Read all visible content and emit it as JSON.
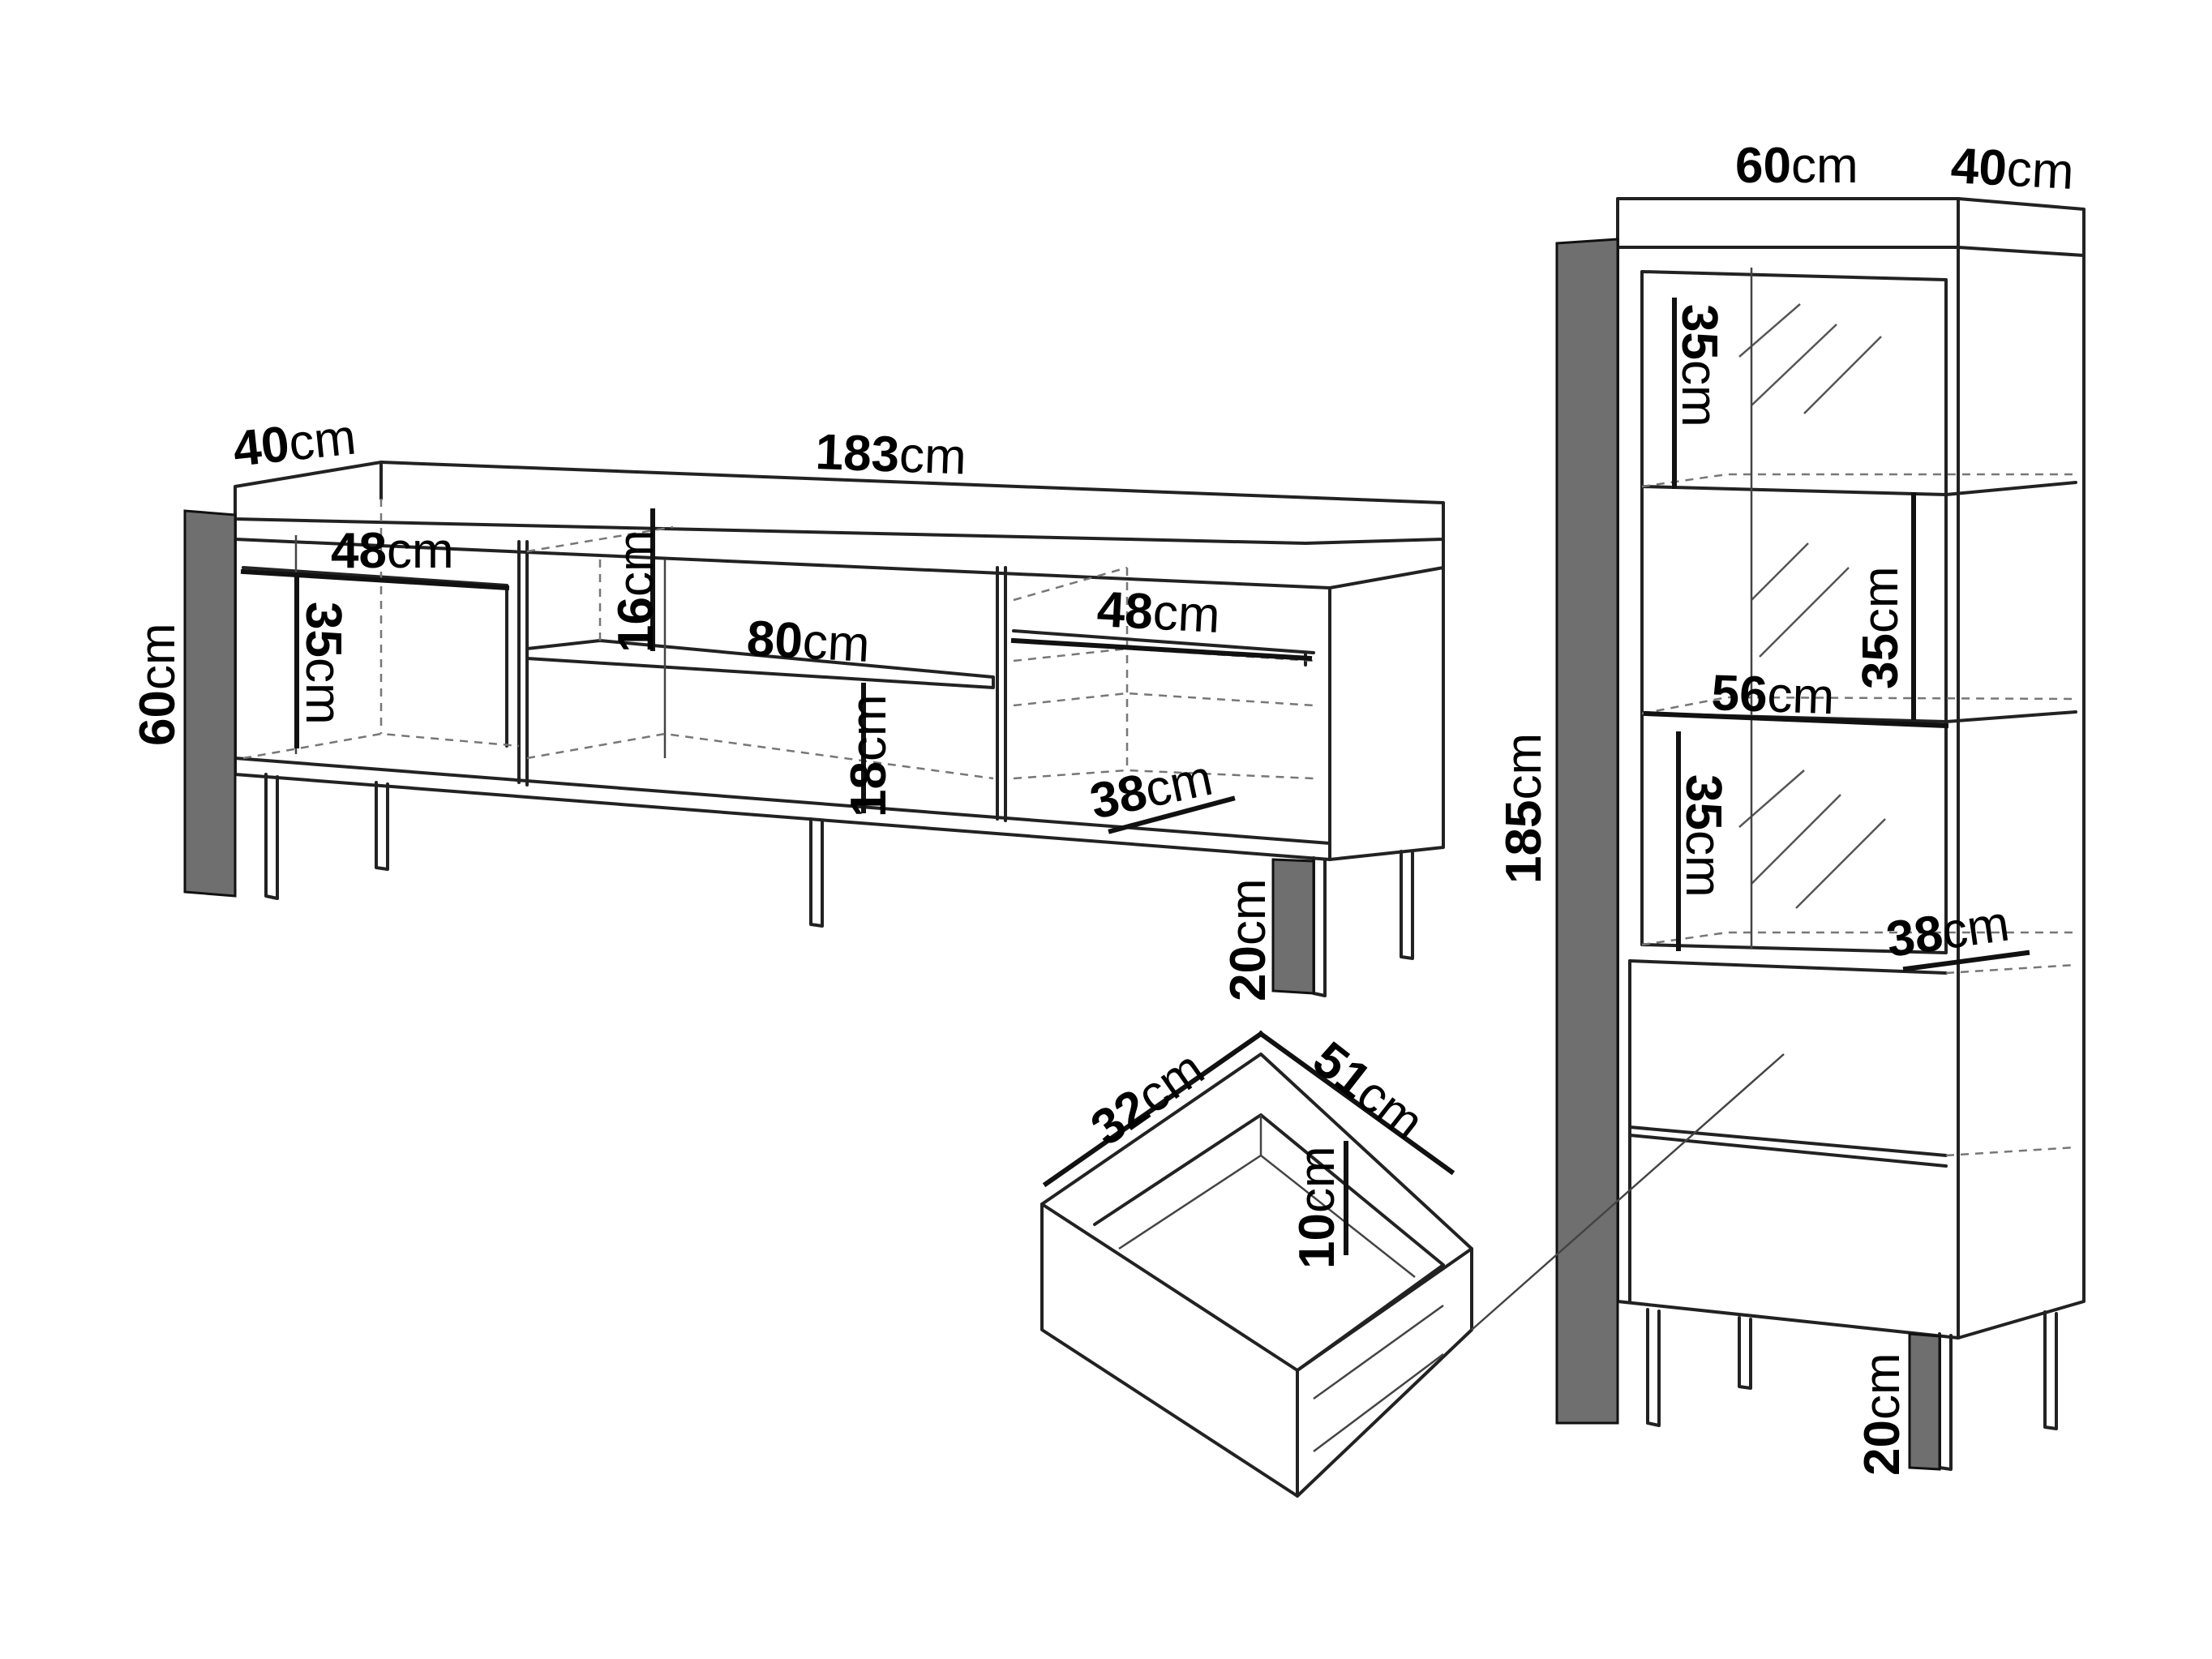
{
  "unit": "cm",
  "labels": {
    "tv_depth": "40",
    "tv_width": "183",
    "tv_height": "60",
    "tv_drawer_width_left": "48",
    "tv_shelf_height_left": "35",
    "tv_top_shelf_height": "16",
    "tv_middle_width": "80",
    "tv_middle_shelf_height": "18",
    "tv_drawer_width_right": "48",
    "tv_shelf_depth": "38",
    "tv_leg_height": "20",
    "vit_width": "60",
    "vit_depth": "40",
    "vit_height": "185",
    "vit_shelf_height_top": "35",
    "vit_shelf_height_middle": "35",
    "vit_shelf_width": "56",
    "vit_shelf_height_bottom": "35",
    "vit_shelf_depth": "38",
    "vit_leg_height": "20",
    "drawer_width": "32",
    "drawer_depth": "51",
    "drawer_height": "10"
  }
}
